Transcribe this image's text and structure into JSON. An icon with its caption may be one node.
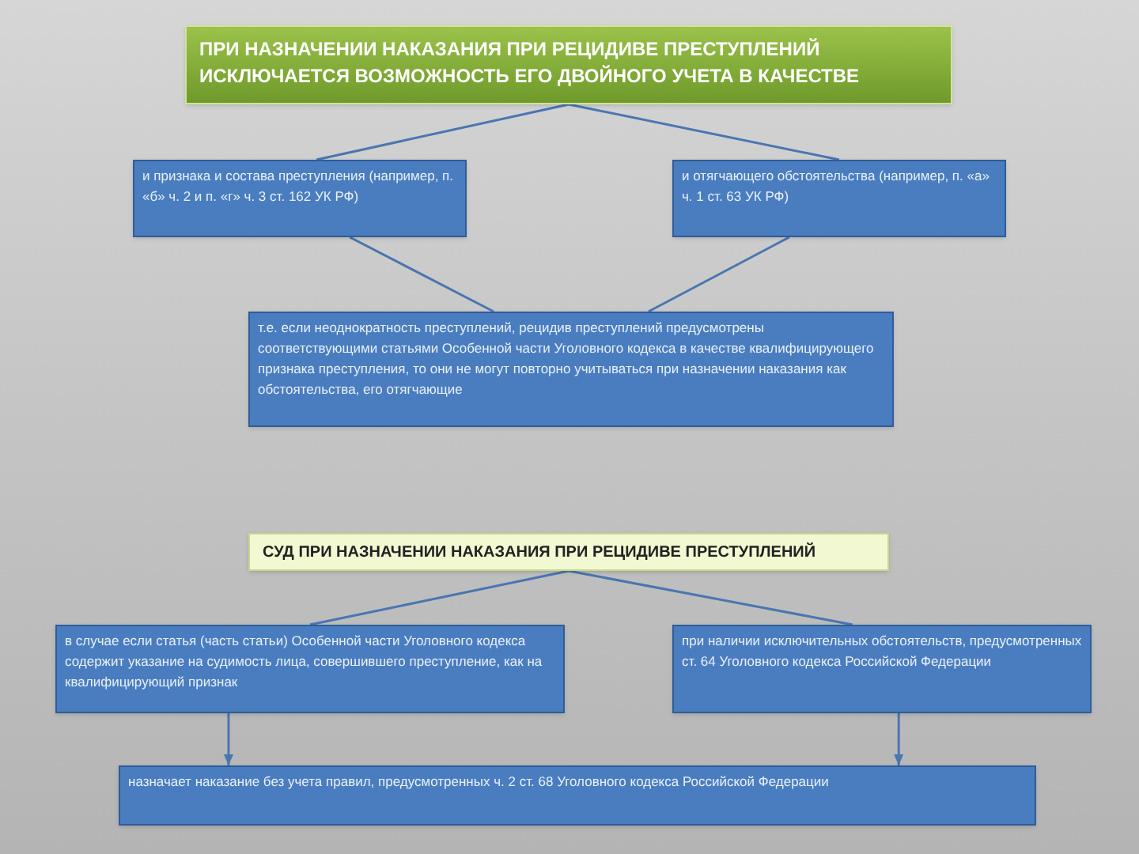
{
  "diagram": {
    "nodes": [
      {
        "text": [
          "ПРИ НАЗНАЧЕНИИ НАКАЗАНИЯ ПРИ РЕЦИДИВЕ ПРЕСТУПЛЕНИЙ ИСКЛЮЧАЕТСЯ ВОЗМОЖНОСТЬ ЕГО ДВОЙНОГО УЧЕТА В КАЧЕСТВЕ"
        ]
      },
      {
        "text": [
          "и признака и состава преступления (например, п. «б» ч. 2 и п. «г» ч. 3 ст. 162 УК РФ)"
        ]
      },
      {
        "text": [
          "и отягчающего обстоятельства (например, п. «а» ч. 1 ст. 63 УК РФ)"
        ]
      },
      {
        "text": [
          "т.е. если неоднократность преступлений, рецидив преступлений предусмотрены соответствующими статьями Особенной части Уголовного кодекса в качестве квалифицирующего признака преступления, то они не могут повторно учитываться при назначении наказания как обстоятельства, его отягчающие"
        ]
      },
      {
        "text": [
          "СУД ПРИ НАЗНАЧЕНИИ НАКАЗАНИЯ ПРИ РЕЦИДИВЕ ПРЕСТУПЛЕНИЙ"
        ]
      },
      {
        "text": [
          "в случае если статья (часть статьи) Особенной части Уголовного кодекса содержит указание на судимость лица, совершившего преступление, как на квалифицирующий признак"
        ]
      },
      {
        "text": [
          "при наличии исключительных обстоятельств, предусмотренных ст. 64 Уголовного кодекса Российской Федерации"
        ]
      },
      {
        "text": [
          "назначает наказание без учета правил, предусмотренных ч. 2 ст. 68 Уголовного кодекса Российской Федерации"
        ]
      }
    ],
    "edges": [
      {
        "from": 0,
        "to": 1,
        "arrow": "none"
      },
      {
        "from": 0,
        "to": 2,
        "arrow": "none"
      },
      {
        "from": 1,
        "to": 3,
        "arrow": "none"
      },
      {
        "from": 2,
        "to": 3,
        "arrow": "none"
      },
      {
        "from": 4,
        "to": 5,
        "arrow": "none"
      },
      {
        "from": 4,
        "to": 6,
        "arrow": "none"
      },
      {
        "from": 5,
        "to": 7,
        "arrow": "to"
      },
      {
        "from": 6,
        "to": 7,
        "arrow": "to"
      }
    ]
  }
}
